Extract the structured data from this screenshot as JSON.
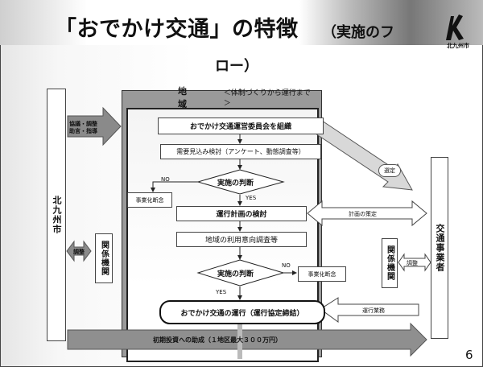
{
  "slide": {
    "title": "「おでかけ交通」の特徴",
    "title_sub_a": "（実施のフ",
    "title_sub_b": "ロー）",
    "logo_label": "北九州市",
    "page_number": "6"
  },
  "left": {
    "city": "北九州市",
    "arrow_guidance": "協議・調整\n助言・指導",
    "arrow_adjust": "調整",
    "related_orgs": "関係機関"
  },
  "region": {
    "title": "地 域",
    "subtitle": "＜体制づくりから運行まで＞"
  },
  "flow": {
    "step1": "おでかけ交通運営委員会を組織",
    "step2": "需要見込み検討（アンケート、動態調査等）",
    "decision1": "実施の判断",
    "no1": "NO",
    "yes1": "YES",
    "stop1": "事業化断念",
    "step3": "運行計画の検討",
    "step4": "地域の利用意向調査等",
    "decision2": "実施の判断",
    "no2": "NO",
    "yes2": "YES",
    "stop2": "事業化断念",
    "step5": "おでかけ交通の運行（運行協定締結）"
  },
  "right": {
    "operator": "交通事業者",
    "selection": "選定",
    "plan_making": "計画の策定",
    "related_orgs": "関係機関",
    "adjust": "調整",
    "operations": "運行業務"
  },
  "bottom": {
    "subsidy": "初期投資への助成（１地区最大３００万円）"
  }
}
